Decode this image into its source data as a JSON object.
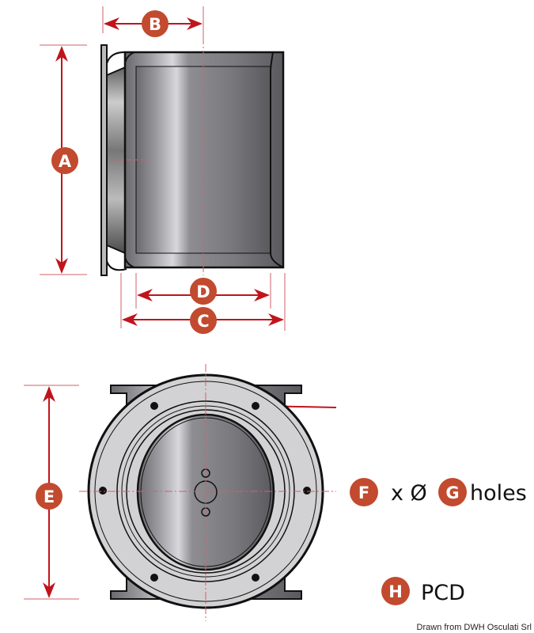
{
  "diagram": {
    "dimension_labels": {
      "A": "A",
      "B": "B",
      "C": "C",
      "D": "D",
      "E": "E",
      "F": "F",
      "G": "G",
      "H": "H"
    },
    "holes_text": {
      "times_diameter": "x Ø",
      "holes": "holes"
    },
    "pcd_text": "PCD",
    "credit": "Drawn from DWH Osculati Srl"
  },
  "colors": {
    "badge": "#c24a2e",
    "arrow": "#c0141c",
    "dashline": "#d0606a",
    "outline": "#111111"
  }
}
